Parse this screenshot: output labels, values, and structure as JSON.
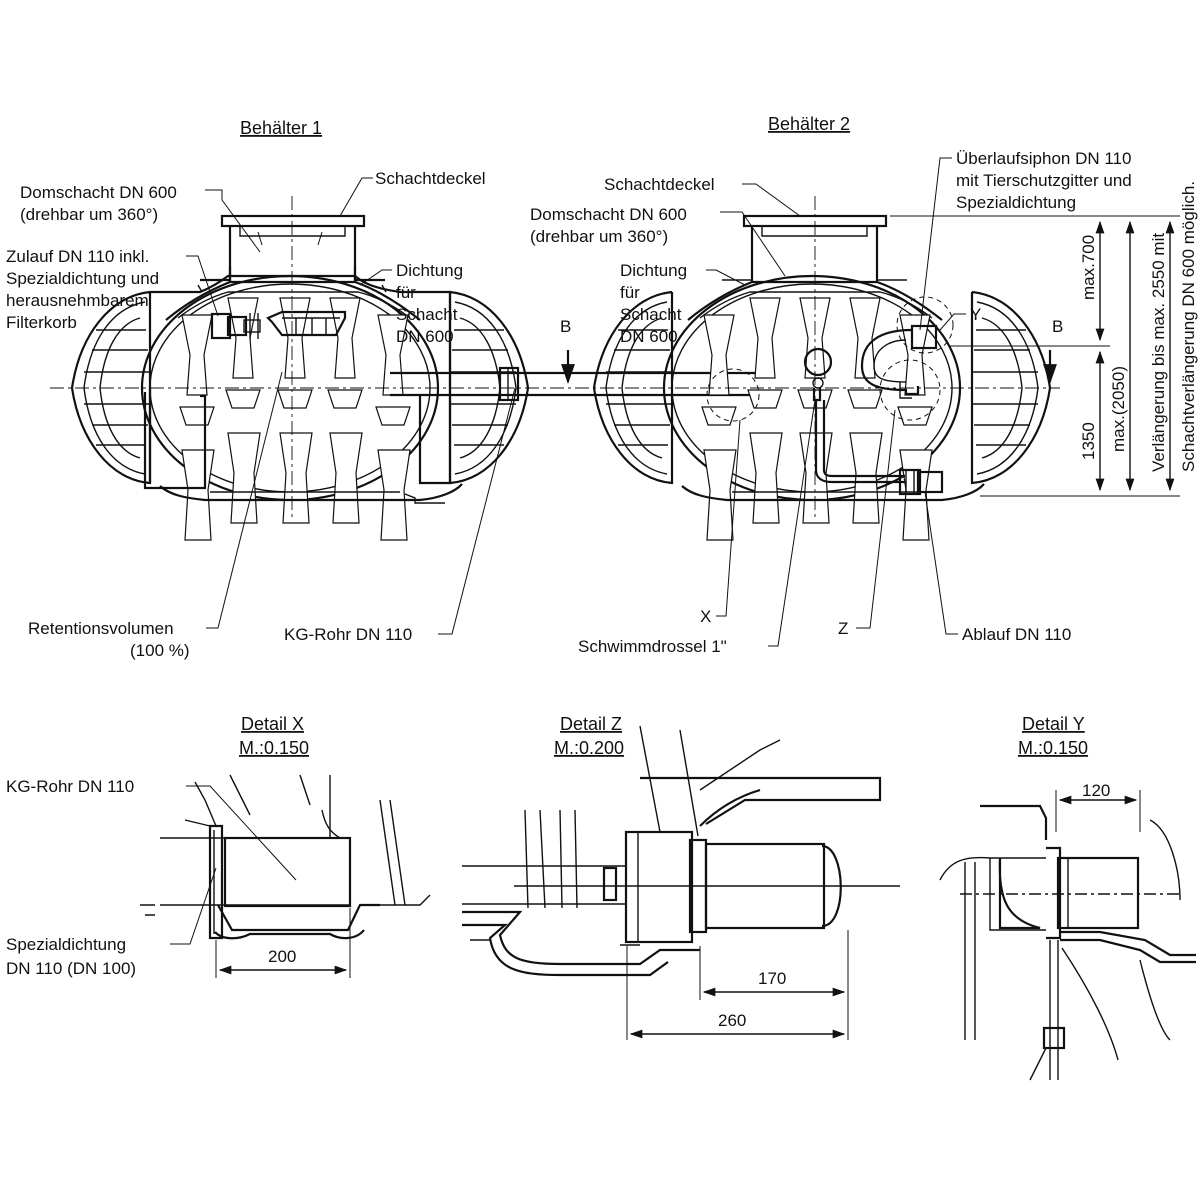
{
  "tanks": {
    "tank1_title": "Behälter 1",
    "tank2_title": "Behälter 2"
  },
  "labels": {
    "schachtdeckel_1": "Schachtdeckel",
    "domschacht_1_line1": "Domschacht DN 600",
    "domschacht_1_line2": "(drehbar um 360°)",
    "zulauf_line1": "Zulauf DN 110 inkl.",
    "zulauf_line2": "Spezialdichtung und",
    "zulauf_line3": "herausnehmbarem",
    "zulauf_line4": "Filterkorb",
    "dichtung_1_line1": "Dichtung",
    "dichtung_1_line2": "für",
    "dichtung_1_line3": "Schacht",
    "dichtung_1_line4": "DN 600",
    "schachtdeckel_2": "Schachtdeckel",
    "domschacht_2_line1": "Domschacht DN 600",
    "domschacht_2_line2": "(drehbar um 360°)",
    "dichtung_2_line1": "Dichtung",
    "dichtung_2_line2": "für",
    "dichtung_2_line3": "Schacht",
    "dichtung_2_line4": "DN 600",
    "ueberlauf_line1": "Überlaufsiphon DN 110",
    "ueberlauf_line2": "mit Tierschutzgitter und",
    "ueberlauf_line3": "Spezialdichtung",
    "retention_line1": "Retentionsvolumen",
    "retention_line2": "(100 %)",
    "kg_rohr": "KG-Rohr DN 110",
    "schwimmdrossel": "Schwimmdrossel 1\"",
    "ablauf": "Ablauf DN 110",
    "marker_y": "Y",
    "marker_x": "X",
    "marker_z": "Z",
    "section_b_left": "B",
    "section_b_right": "B"
  },
  "dimensions": {
    "max700": "max.700",
    "h1350": "1350",
    "max2050": "max.(2050)",
    "verl_line1": "Verlängerung bis max. 2550 mit",
    "verl_line2": "Schachtverlängerung DN 600 möglich."
  },
  "details": {
    "x": {
      "title": "Detail X",
      "scale": "M.:0.150",
      "kg_rohr": "KG-Rohr DN 110",
      "spezial_line1": "Spezialdichtung",
      "spezial_line2": "DN 110 (DN 100)",
      "dim_200": "200"
    },
    "z": {
      "title": "Detail Z",
      "scale": "M.:0.200",
      "dim_170": "170",
      "dim_260": "260"
    },
    "y": {
      "title": "Detail Y",
      "scale": "M.:0.150",
      "dim_120": "120"
    }
  }
}
